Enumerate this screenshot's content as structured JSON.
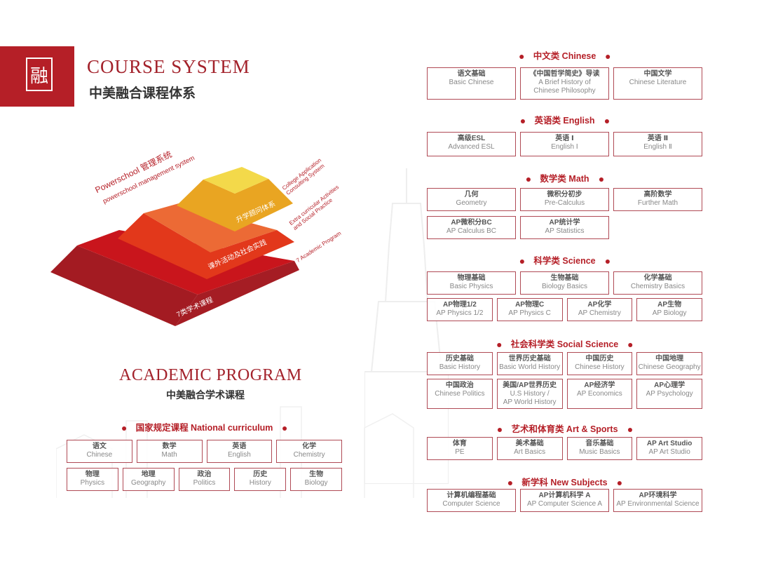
{
  "header": {
    "title_en": "COURSE SYSTEM",
    "title_cn": "中美融合课程体系",
    "logo_glyph": "融"
  },
  "pyramid": {
    "top_label_cn": "Powerschool 管理系统",
    "top_label_en": "powerschool management system",
    "layers": [
      {
        "cn": "升学顾问体系",
        "en": "College Application\nConsulting System"
      },
      {
        "cn": "课外活动及社会实践",
        "en": "Extra curricular Activities\nand Social Practice"
      },
      {
        "cn": "7类学术课程",
        "en": "7 Academic Program"
      }
    ],
    "colors": [
      "#f3d94a",
      "#e9a522",
      "#ec6a35",
      "#e2381b",
      "#c9151c",
      "#a31b22"
    ]
  },
  "academic": {
    "title_en": "ACADEMIC PROGRAM",
    "title_cn": "中美融合学术课程"
  },
  "sections": [
    {
      "title": "国家规定课程 National curriculum",
      "rows": [
        [
          {
            "cn": "语文",
            "en": "Chinese"
          },
          {
            "cn": "数学",
            "en": "Math"
          },
          {
            "cn": "英语",
            "en": "English"
          },
          {
            "cn": "化学",
            "en": "Chemistry"
          }
        ],
        [
          {
            "cn": "物理",
            "en": "Physics"
          },
          {
            "cn": "地理",
            "en": "Geography"
          },
          {
            "cn": "政治",
            "en": "Politics"
          },
          {
            "cn": "历史",
            "en": "History"
          },
          {
            "cn": "生物",
            "en": "Biology"
          }
        ]
      ]
    },
    {
      "title": "中文类 Chinese",
      "rows": [
        [
          {
            "cn": "语文基础",
            "en": "Basic Chinese"
          },
          {
            "cn": "《中国哲学简史》导读",
            "en": "A Brief History of\nChinese Philosophy"
          },
          {
            "cn": "中国文学",
            "en": "Chinese Literature"
          }
        ]
      ]
    },
    {
      "title": "英语类 English",
      "rows": [
        [
          {
            "cn": "高级ESL",
            "en": "Advanced ESL"
          },
          {
            "cn": "英语 Ⅰ",
            "en": "English Ⅰ"
          },
          {
            "cn": "英语 Ⅱ",
            "en": "English Ⅱ"
          }
        ]
      ]
    },
    {
      "title": "数学类 Math",
      "rows": [
        [
          {
            "cn": "几何",
            "en": "Geometry"
          },
          {
            "cn": "微积分初步",
            "en": "Pre-Calculus"
          },
          {
            "cn": "高阶数学",
            "en": "Further Math"
          }
        ],
        [
          {
            "cn": "AP微积分BC",
            "en": "AP Calculus BC"
          },
          {
            "cn": "AP统计学",
            "en": "AP Statistics"
          }
        ]
      ]
    },
    {
      "title": "科学类 Science",
      "rows": [
        [
          {
            "cn": "物理基础",
            "en": "Basic Physics"
          },
          {
            "cn": "生物基础",
            "en": "Biology Basics"
          },
          {
            "cn": "化学基础",
            "en": "Chemistry Basics"
          }
        ],
        [
          {
            "cn": "AP物理1/2",
            "en": "AP Physics 1/2"
          },
          {
            "cn": "AP物理C",
            "en": "AP Physics C"
          },
          {
            "cn": "AP化学",
            "en": "AP Chemistry"
          },
          {
            "cn": "AP生物",
            "en": "AP Biology"
          }
        ]
      ]
    },
    {
      "title": "社会科学类 Social Science",
      "rows": [
        [
          {
            "cn": "历史基础",
            "en": "Basic History"
          },
          {
            "cn": "世界历史基础",
            "en": "Basic World History"
          },
          {
            "cn": "中国历史",
            "en": "Chinese History"
          },
          {
            "cn": "中国地理",
            "en": "Chinese Geography"
          }
        ],
        [
          {
            "cn": "中国政治",
            "en": "Chinese Politics"
          },
          {
            "cn": "美国/AP世界历史",
            "en": "U.S History /\nAP World History"
          },
          {
            "cn": "AP经济学",
            "en": "AP Economics"
          },
          {
            "cn": "AP心理学",
            "en": "AP Psychology"
          }
        ]
      ]
    },
    {
      "title": "艺术和体育类 Art & Sports",
      "rows": [
        [
          {
            "cn": "体育",
            "en": "PE"
          },
          {
            "cn": "美术基础",
            "en": "Art Basics"
          },
          {
            "cn": "音乐基础",
            "en": "Music Basics"
          },
          {
            "cn": "AP Art Studio",
            "en": "AP Art Studio"
          }
        ]
      ]
    },
    {
      "title": "新学科 New Subjects",
      "rows": [
        [
          {
            "cn": "计算机编程基础",
            "en": "Computer Science"
          },
          {
            "cn": "AP计算机科学 A",
            "en": "AP Computer Science A"
          },
          {
            "cn": "AP环境科学",
            "en": "AP Environmental Science"
          }
        ]
      ]
    }
  ]
}
